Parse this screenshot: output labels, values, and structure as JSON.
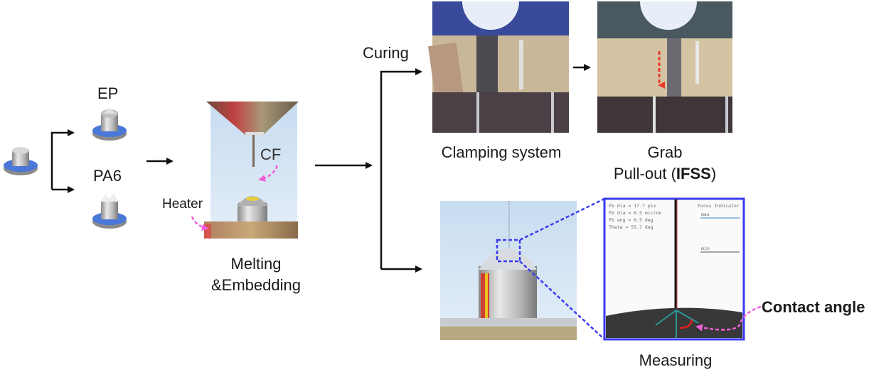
{
  "labels": {
    "ep": "EP",
    "pa6": "PA6",
    "cf": "CF",
    "heater": "Heater",
    "melting_line1": "Melting",
    "melting_line2": "&Embedding",
    "curing": "Curing",
    "clamping": "Clamping system",
    "grab_line1": "Grab",
    "pullout_prefix": "Pull-out (",
    "pullout_bold": "IFSS",
    "pullout_suffix": ")",
    "measuring": "Measuring",
    "contact_angle": "Contact angle"
  },
  "measurement_panel": {
    "readouts": [
      "Fb dia = 17.7 pix",
      "Fb dia = 6.5 micron",
      "Fb ang = 0.5 deg",
      "Theta = 55.7 deg"
    ],
    "focus_title": "Focus Indicator",
    "focus_max": "max",
    "focus_min": "min"
  },
  "colors": {
    "arrow": "#111111",
    "annotation_magenta": "#f060d8",
    "panel_border": "#3a3af0",
    "zoom_dash": "#3a3af0",
    "pullout_arrow": "#e83a2a",
    "sample_blue": "#4a78d8",
    "fiber_teal": "#2a9a9a"
  }
}
